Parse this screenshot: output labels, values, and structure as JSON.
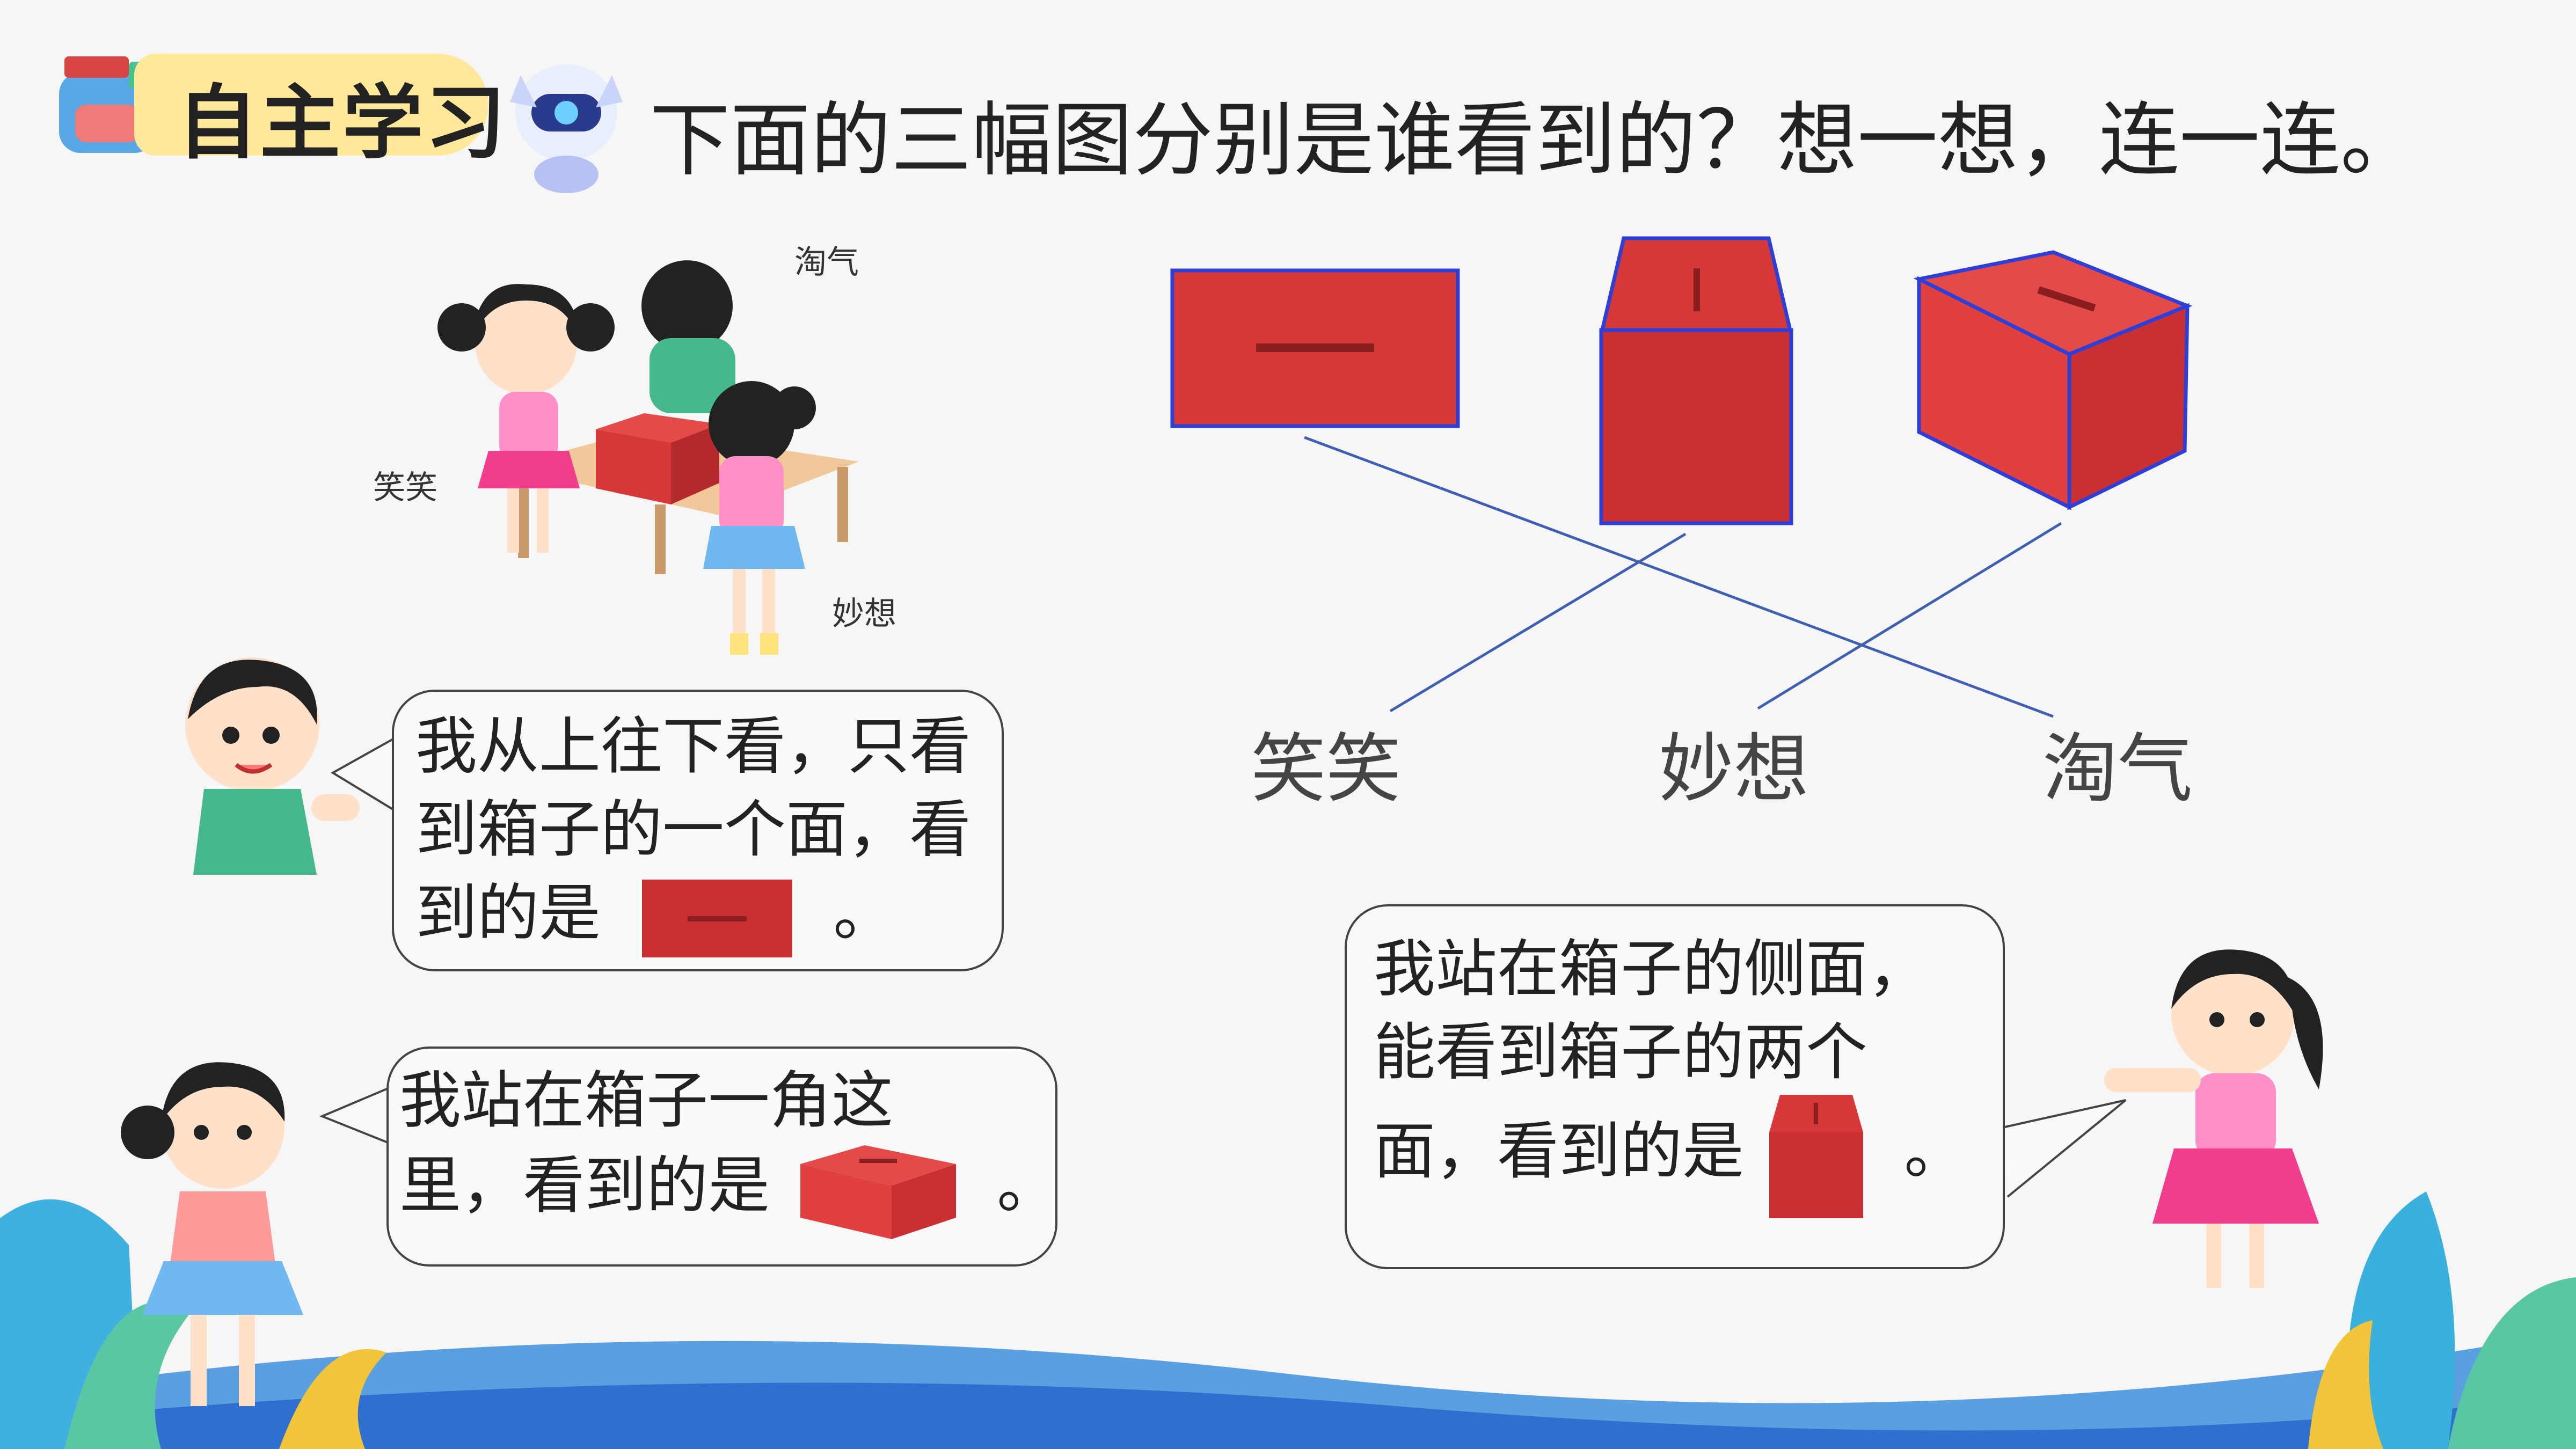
{
  "header": {
    "badge_label": "自主学习",
    "question": "下面的三幅图分别是谁看到的？想一想，连一连。"
  },
  "scene": {
    "names": [
      "淘气",
      "笑笑",
      "妙想"
    ]
  },
  "matching": {
    "labels": [
      "笑笑",
      "妙想",
      "淘气"
    ],
    "connections": [
      {
        "view": "top",
        "person": "淘气"
      },
      {
        "view": "side",
        "person": "笑笑"
      },
      {
        "view": "corner",
        "person": "妙想"
      }
    ]
  },
  "bubbles": {
    "taoqi": {
      "line1": "我从上往下看，只看",
      "line2": "到箱子的一个面，看",
      "line3": "到的是",
      "end": "。"
    },
    "miaoxiang": {
      "line1": "我站在箱子一角这",
      "line2": "里，看到的是",
      "end": "。"
    },
    "xiaoxiao": {
      "line1": "我站在箱子的侧面，",
      "line2": "能看到箱子的两个",
      "line3": "面，看到的是",
      "end": "。"
    }
  },
  "colors": {
    "box_red": "#d6383a",
    "box_dark": "#b52a2c",
    "outline_blue": "#2d3fd6",
    "line_blue": "#3f5fb0",
    "badge_yellow": "#ffe89a"
  }
}
